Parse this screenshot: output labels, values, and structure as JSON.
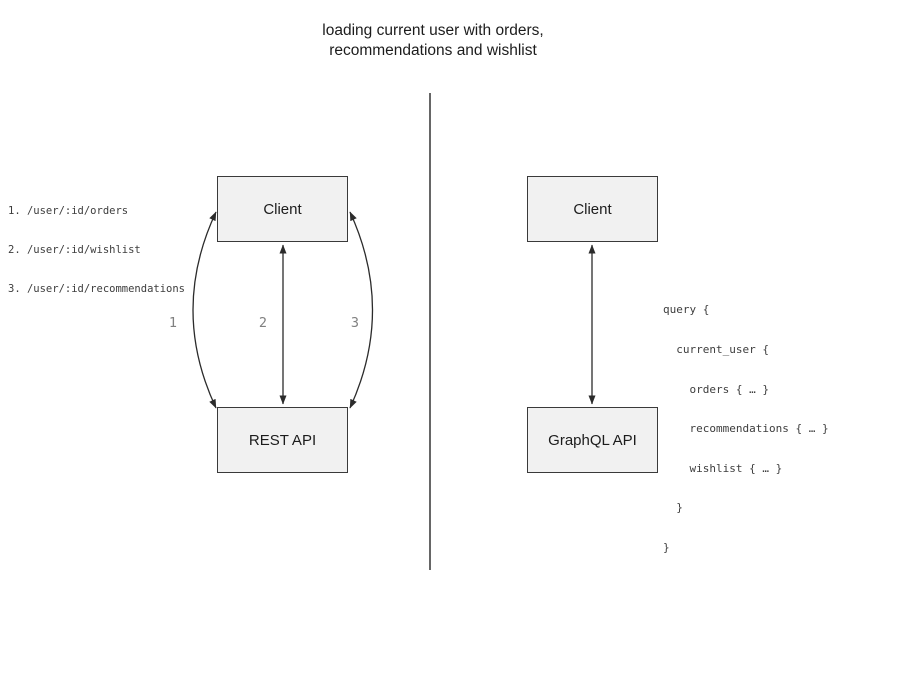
{
  "title": {
    "lines": [
      "loading current user with orders,",
      "recommendations and wishlist"
    ]
  },
  "rest_side": {
    "routes": [
      "1. /user/:id/orders",
      "2. /user/:id/wishlist",
      "3. /user/:id/recommendations"
    ],
    "client_box_label": "Client",
    "api_box_label": "REST API",
    "arrow_labels": [
      "1",
      "2",
      "3"
    ]
  },
  "graphql_side": {
    "client_box_label": "Client",
    "api_box_label": "GraphQL API",
    "query_lines": [
      "query {",
      "  current_user {",
      "    orders { … }",
      "    recommendations { … }",
      "    wishlist { … }",
      "  }",
      "}"
    ]
  },
  "colors": {
    "box-fill": "#f1f1f1",
    "box-border": "#3a3a3a",
    "arrow": "#2b2b2b",
    "arrow-label": "#808080",
    "divider": "#666666",
    "title-text": "#1c1c1c",
    "code-text": "#3d3d3d"
  }
}
